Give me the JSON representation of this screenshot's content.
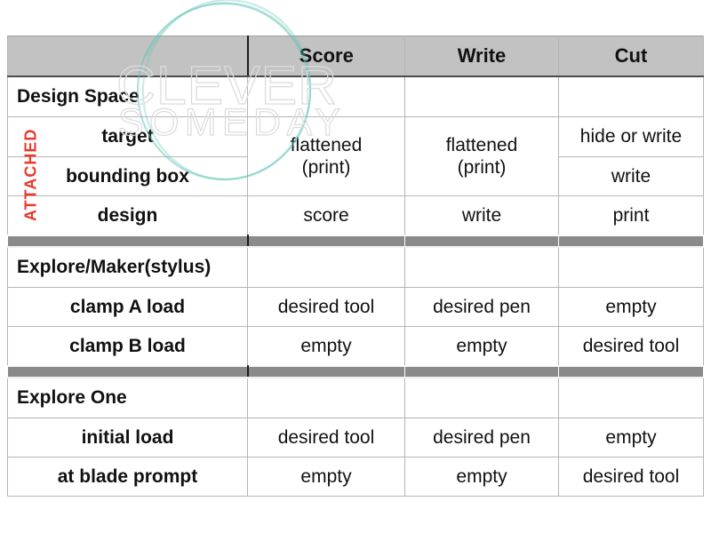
{
  "watermark": {
    "line1": "CLEVER",
    "line2": "SOMEDAY",
    "circle_color": "#62c3b8",
    "text_color": "#dcdcdc"
  },
  "attached": {
    "label": "ATTACHED",
    "color": "#e8392b"
  },
  "palette": {
    "header_bg": "#c2c2c2",
    "label_bg": "#e0e0e0",
    "divider_bg": "#8a8a8a",
    "dark_rule": "#1b1b1b"
  },
  "chart_data": {
    "type": "table",
    "columns": [
      "",
      "Score",
      "Write",
      "Cut"
    ],
    "rows": [
      {
        "kind": "section",
        "label": "Design Space",
        "score": "",
        "write": "",
        "cut": ""
      },
      {
        "kind": "data",
        "group": "ATTACHED",
        "label": "target",
        "score": "flattened (print)",
        "write": "flattened (print)",
        "cut": "hide or write",
        "note": "score and write cells merged with bounding box row"
      },
      {
        "kind": "data",
        "group": "ATTACHED",
        "label": "bounding box",
        "score": "flattened (print)",
        "write": "flattened (print)",
        "cut": "write"
      },
      {
        "kind": "data",
        "group": "ATTACHED",
        "label": "design",
        "score": "score",
        "write": "write",
        "cut": "print"
      },
      {
        "kind": "section",
        "label": "Explore/Maker(stylus)",
        "score": "",
        "write": "",
        "cut": ""
      },
      {
        "kind": "data",
        "label": "clamp A load",
        "score": "desired tool",
        "write": "desired pen",
        "cut": "empty"
      },
      {
        "kind": "data",
        "label": "clamp B load",
        "score": "empty",
        "write": "empty",
        "cut": "desired tool"
      },
      {
        "kind": "section",
        "label": "Explore One",
        "score": "",
        "write": "",
        "cut": ""
      },
      {
        "kind": "data",
        "label": "initial load",
        "score": "desired tool",
        "write": "desired pen",
        "cut": "empty"
      },
      {
        "kind": "data",
        "label": "at blade prompt",
        "score": "empty",
        "write": "empty",
        "cut": "desired tool"
      }
    ]
  }
}
